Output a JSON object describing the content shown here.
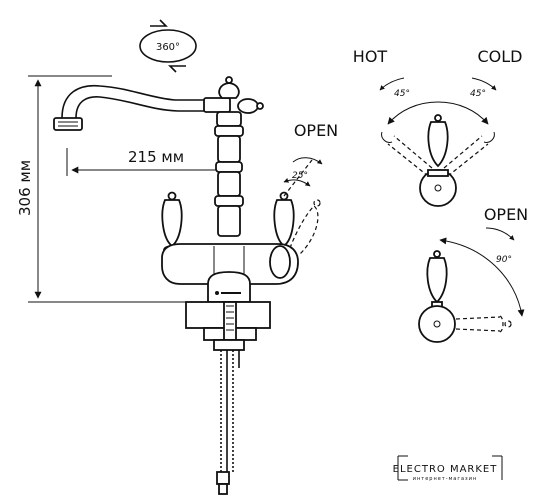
{
  "dimensions": {
    "height": "306 мм",
    "reach": "215 мм"
  },
  "rotation": {
    "label": "360°"
  },
  "handles": {
    "hot_label": "HOT",
    "cold_label": "COLD",
    "hot_angle": "45°",
    "cold_angle": "45°"
  },
  "open_side": {
    "label": "OPEN",
    "angle": "25°"
  },
  "open_front": {
    "label": "OPEN",
    "angle": "90°"
  },
  "logo": {
    "line1": "ELECTRO MARKET",
    "line2": "интернет-магазин"
  }
}
